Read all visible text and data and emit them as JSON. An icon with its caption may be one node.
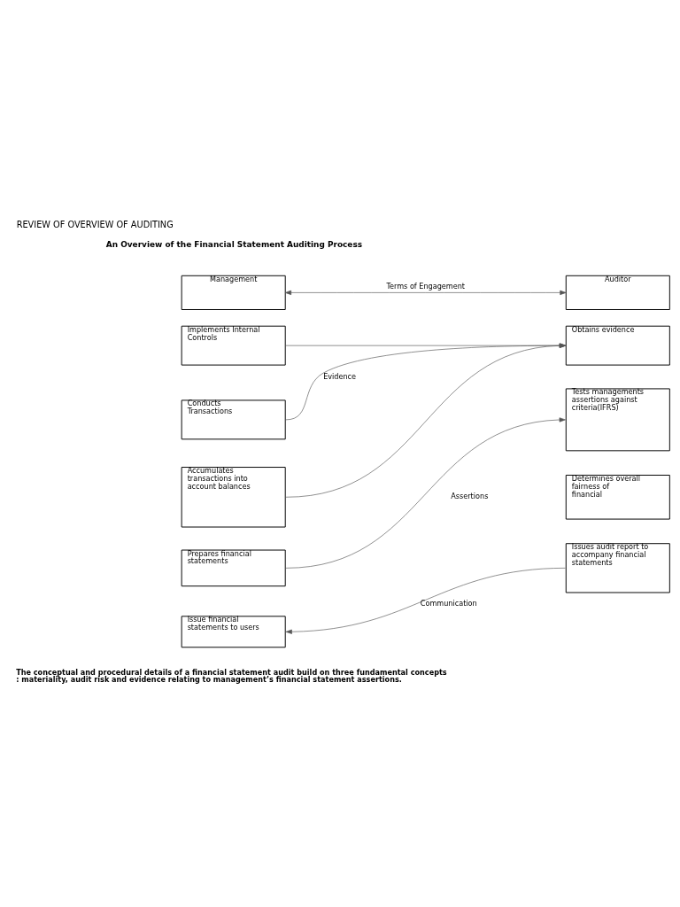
{
  "diagram": {
    "title": "REVIEW OF OVERVIEW OF AUDITING",
    "caption": "The conceptual and procedural details of a financial statement audit build on three fundamental concepts : materiality, audit risk and evidence relating to management’s financial statement assertions.",
    "nodes": [
      {
        "text": [
          "Management"
        ]
      },
      {
        "text": [
          "Auditor"
        ]
      },
      {
        "text": [
          "Implements Internal Controls"
        ]
      },
      {
        "text": [
          "Obtains evidence"
        ]
      },
      {
        "text": [
          "Conducts Transactions"
        ]
      },
      {
        "text": [
          "Tests managements assertions against criteria(IFRS)"
        ]
      },
      {
        "text": [
          "Accumulates transactions into account balances"
        ]
      },
      {
        "text": [
          "Determines overall fairness of financial"
        ]
      },
      {
        "text": [
          "Prepares financial statements"
        ]
      },
      {
        "text": [
          "Issues audit report to accompany financial statements"
        ]
      },
      {
        "text": [
          "Issue financial statements to users"
        ]
      }
    ],
    "edges": [
      {
        "from": 0,
        "to": 1,
        "arrow": "both",
        "label": "Terms of Engagement"
      },
      {
        "from": 2,
        "to": 3,
        "arrow": "to"
      },
      {
        "from": 4,
        "to": 3,
        "arrow": "to",
        "label": "Evidence"
      },
      {
        "from": 6,
        "to": 3,
        "arrow": "to"
      },
      {
        "from": 8,
        "to": 5,
        "arrow": "to",
        "label": "Assertions"
      },
      {
        "from": 9,
        "to": 10,
        "arrow": "to",
        "label": "Communication"
      }
    ],
    "labels": [
      "An Overview of the Financial Statement Auditing Process"
    ]
  }
}
